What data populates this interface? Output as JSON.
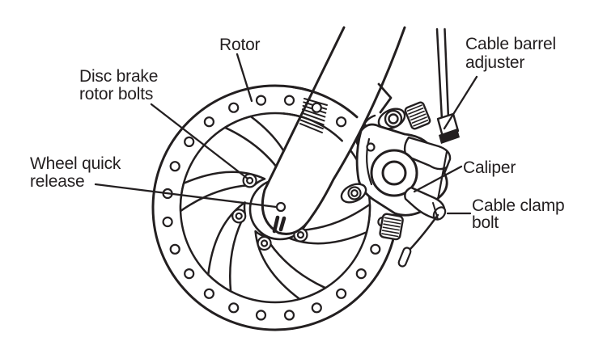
{
  "colors": {
    "ink": "#231f20",
    "bg": "#ffffff"
  },
  "labels": {
    "rotor": {
      "text": "Rotor"
    },
    "disc_brake_rotor_bolts": {
      "line1": "Disc brake",
      "line2": "rotor bolts"
    },
    "wheel_quick_release": {
      "line1": "Wheel quick",
      "line2": "release"
    },
    "cable_barrel_adjuster": {
      "line1": "Cable barrel",
      "line2": "adjuster"
    },
    "caliper": {
      "text": "Caliper"
    },
    "cable_clamp_bolt": {
      "line1": "Cable clamp",
      "line2": "bolt"
    }
  }
}
